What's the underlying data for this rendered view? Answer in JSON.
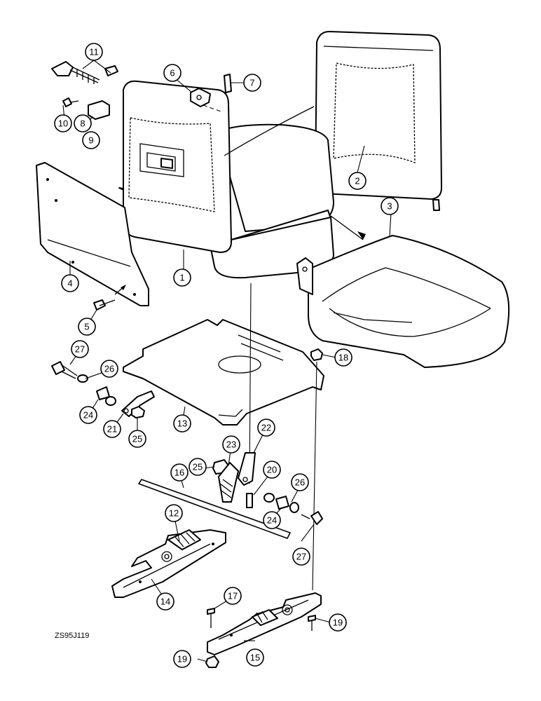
{
  "drawing_code": "ZS95J119",
  "callouts": [
    "1",
    "2",
    "3",
    "4",
    "5",
    "6",
    "7",
    "8",
    "9",
    "10",
    "11",
    "12",
    "13",
    "14",
    "15",
    "16",
    "17",
    "18",
    "19",
    "19",
    "20",
    "21",
    "22",
    "23",
    "24",
    "24",
    "25",
    "25",
    "26",
    "26",
    "27",
    "27"
  ]
}
